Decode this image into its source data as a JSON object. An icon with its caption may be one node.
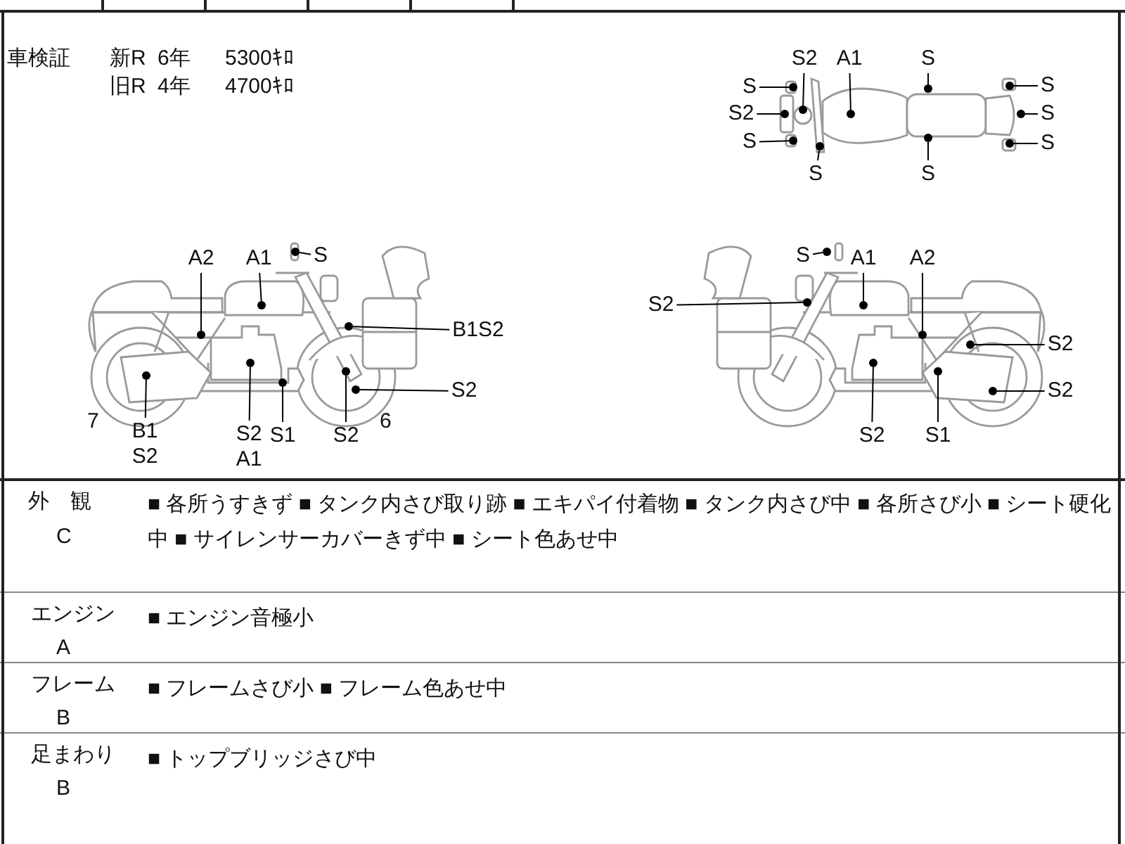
{
  "diagram": {
    "nodes": [
      {
        "text": [
          "S2"
        ]
      },
      {
        "text": [
          "A1"
        ]
      },
      {
        "text": [
          "S"
        ]
      },
      {
        "text": [
          "S"
        ]
      },
      {
        "text": [
          "S2"
        ]
      },
      {
        "text": [
          "S"
        ]
      },
      {
        "text": [
          "S"
        ]
      },
      {
        "text": [
          "S"
        ]
      },
      {
        "text": [
          "S"
        ]
      },
      {
        "text": [
          "S"
        ]
      },
      {
        "text": [
          "S"
        ]
      },
      {
        "text": [
          "A2"
        ]
      },
      {
        "text": [
          "A1"
        ]
      },
      {
        "text": [
          "S"
        ]
      },
      {
        "text": [
          "B1S2"
        ]
      },
      {
        "text": [
          "S2"
        ]
      },
      {
        "text": [
          "B1 S2"
        ]
      },
      {
        "text": [
          "S2 A1"
        ]
      },
      {
        "text": [
          "S1"
        ]
      },
      {
        "text": [
          "S2"
        ]
      },
      {
        "text": [
          "S"
        ]
      },
      {
        "text": [
          "A1"
        ]
      },
      {
        "text": [
          "A2"
        ]
      },
      {
        "text": [
          "S2"
        ]
      },
      {
        "text": [
          "S2"
        ]
      },
      {
        "text": [
          "S2"
        ]
      },
      {
        "text": [
          "S2"
        ]
      },
      {
        "text": [
          "S1"
        ]
      },
      {
        "text": [],
        "shape": "circle"
      },
      {
        "text": [],
        "shape": "circle"
      },
      {
        "text": [],
        "shape": "circle"
      },
      {
        "text": [],
        "shape": "circle"
      },
      {
        "text": [],
        "shape": "circle"
      },
      {
        "text": [],
        "shape": "circle"
      },
      {
        "text": [],
        "shape": "circle"
      },
      {
        "text": [],
        "shape": "circle"
      },
      {
        "text": [],
        "shape": "circle"
      },
      {
        "text": [],
        "shape": "circle"
      },
      {
        "text": [],
        "shape": "circle"
      },
      {
        "text": [],
        "shape": "circle"
      },
      {
        "text": [],
        "shape": "circle"
      },
      {
        "text": [],
        "shape": "circle"
      },
      {
        "text": [],
        "shape": "circle"
      },
      {
        "text": [],
        "shape": "circle"
      },
      {
        "text": [],
        "shape": "circle"
      },
      {
        "text": [],
        "shape": "circle"
      },
      {
        "text": [],
        "shape": "circle"
      },
      {
        "text": [],
        "shape": "circle"
      },
      {
        "text": [],
        "shape": "circle"
      },
      {
        "text": [],
        "shape": "circle"
      },
      {
        "text": [],
        "shape": "circle"
      },
      {
        "text": [],
        "shape": "circle"
      },
      {
        "text": [],
        "shape": "circle"
      },
      {
        "text": [],
        "shape": "circle"
      },
      {
        "text": [],
        "shape": "circle"
      },
      {
        "text": [],
        "shape": "circle"
      }
    ],
    "edges": [
      {
        "from": 0,
        "to": 28,
        "arrow": "none"
      },
      {
        "from": 1,
        "to": 29,
        "arrow": "none"
      },
      {
        "from": 2,
        "to": 30,
        "arrow": "none"
      },
      {
        "from": 3,
        "to": 31,
        "arrow": "none"
      },
      {
        "from": 4,
        "to": 32,
        "arrow": "none"
      },
      {
        "from": 5,
        "to": 33,
        "arrow": "none"
      },
      {
        "from": 6,
        "to": 34,
        "arrow": "none"
      },
      {
        "from": 7,
        "to": 35,
        "arrow": "none"
      },
      {
        "from": 8,
        "to": 36,
        "arrow": "none"
      },
      {
        "from": 9,
        "to": 37,
        "arrow": "none"
      },
      {
        "from": 10,
        "to": 38,
        "arrow": "none"
      },
      {
        "from": 11,
        "to": 39,
        "arrow": "none"
      },
      {
        "from": 12,
        "to": 40,
        "arrow": "none"
      },
      {
        "from": 13,
        "to": 41,
        "arrow": "none"
      },
      {
        "from": 14,
        "to": 42,
        "arrow": "none"
      },
      {
        "from": 15,
        "to": 43,
        "arrow": "none"
      },
      {
        "from": 16,
        "to": 44,
        "arrow": "none"
      },
      {
        "from": 17,
        "to": 45,
        "arrow": "none"
      },
      {
        "from": 18,
        "to": 46,
        "arrow": "none"
      },
      {
        "from": 19,
        "to": 47,
        "arrow": "none"
      },
      {
        "from": 20,
        "to": 48,
        "arrow": "none"
      },
      {
        "from": 21,
        "to": 49,
        "arrow": "none"
      },
      {
        "from": 22,
        "to": 50,
        "arrow": "none"
      },
      {
        "from": 23,
        "to": 51,
        "arrow": "none"
      },
      {
        "from": 24,
        "to": 52,
        "arrow": "none"
      },
      {
        "from": 25,
        "to": 53,
        "arrow": "none"
      },
      {
        "from": 26,
        "to": 54,
        "arrow": "none"
      },
      {
        "from": 27,
        "to": 55,
        "arrow": "none"
      }
    ],
    "labels": [
      "車検証",
      "新R",
      "6年",
      "5300ｷﾛ",
      "旧R",
      "4年",
      "4700ｷﾛ",
      "7",
      "6",
      "外　観",
      "C",
      "■ 各所うすきず ■ タンク内さび取り跡 ■ エキパイ付着物 ■ タンク内さび中 ■ 各所さび小 ■ シート硬化中 ■ サイレンサーカバーきず中 ■ シート色あせ中",
      "エンジン",
      "A",
      "■ エンジン音極小",
      "フレーム",
      "B",
      "■ フレームさび小 ■ フレーム色あせ中",
      "足まわり",
      "B",
      "■ トップブリッジさび中"
    ]
  }
}
